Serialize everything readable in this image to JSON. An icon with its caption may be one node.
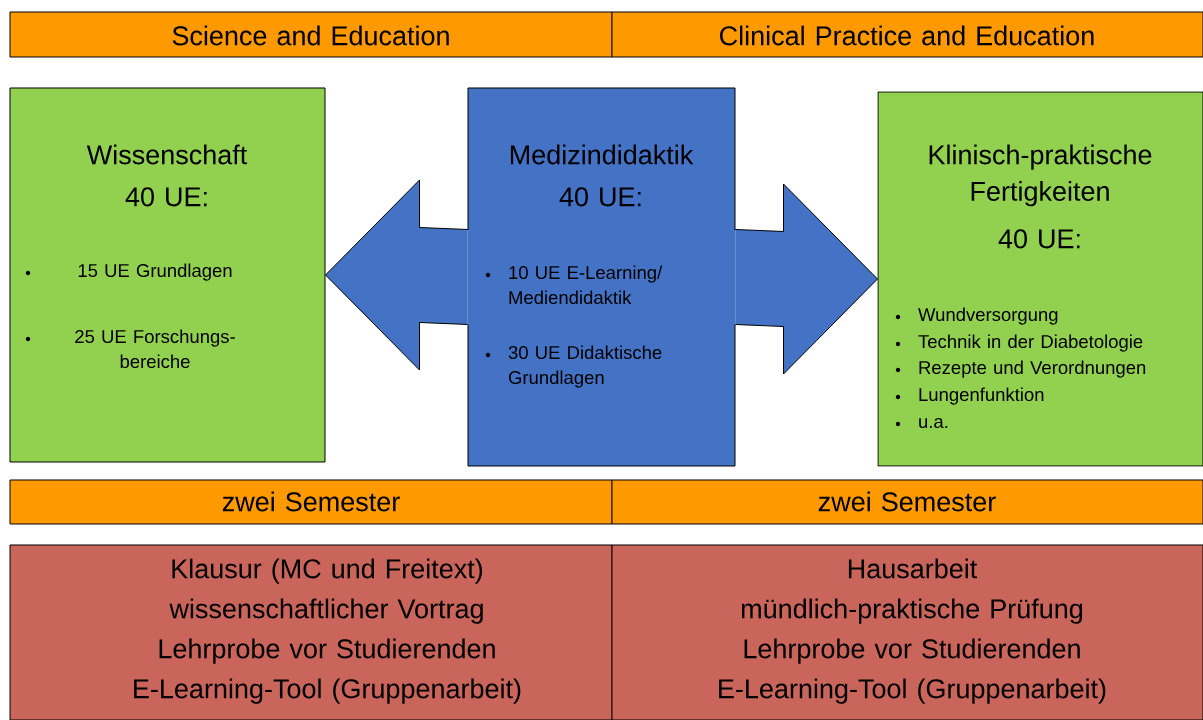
{
  "diagram": {
    "nodes": [
      {
        "text": [
          "Science and Education"
        ]
      },
      {
        "text": [
          "Clinical Practice and Education"
        ]
      },
      {
        "text": [
          "Wissenschaft",
          "40 UE:",
          "15 UE Grundlagen",
          "25 UE Forschungs- bereiche"
        ]
      },
      {
        "text": [
          "Medizindidaktik",
          "40 UE:",
          "10 UE E-Learning/ Mediendidaktik",
          "30 UE Didaktische Grundlagen"
        ]
      },
      {
        "text": [
          "Klinisch-praktische Fertigkeiten",
          "40 UE:",
          "Wundversorgung",
          "Technik in der Diabetologie",
          "Rezepte und Verordnungen",
          "Lungenfunktion",
          "u.a."
        ]
      },
      {
        "text": [
          "zwei Semester"
        ]
      },
      {
        "text": [
          "zwei Semester"
        ]
      },
      {
        "text": [
          "Klausur (MC und Freitext)",
          "wissenschaftlicher Vortrag",
          "Lehrprobe vor Studierenden",
          "E-Learning-Tool (Gruppenarbeit)"
        ]
      },
      {
        "text": [
          "Hausarbeit",
          "mündlich-praktische Prüfung",
          "Lehrprobe vor Studierenden",
          "E-Learning-Tool (Gruppenarbeit)"
        ]
      }
    ],
    "edges": [
      {
        "from": 3,
        "to": 2,
        "arrow": "to"
      },
      {
        "from": 3,
        "to": 4,
        "arrow": "to"
      }
    ]
  }
}
